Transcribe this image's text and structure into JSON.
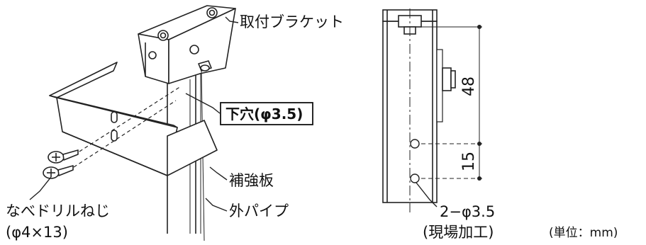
{
  "labels": {
    "mounting_bracket": "取付ブラケット",
    "pilot_hole": "下穴(φ3.5)",
    "reinforcement_plate": "補強板",
    "outer_pipe": "外パイプ",
    "screw_line1": "なべドリルねじ",
    "screw_line2": "(φ4×13)"
  },
  "dimensions": {
    "upper": "48",
    "lower": "15",
    "holes_line1": "2−φ3.5",
    "holes_line2": "(現場加工)",
    "unit": "(単位：mm)"
  }
}
